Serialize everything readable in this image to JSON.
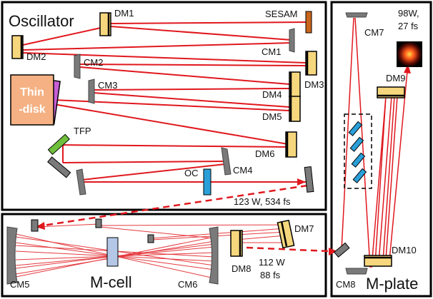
{
  "panels": {
    "oscillator": "Oscillator",
    "mcell": "M-cell",
    "mplate": "M-plate"
  },
  "components": {
    "dm1": "DM1",
    "dm2": "DM2",
    "dm3": "DM3",
    "dm4": "DM4",
    "dm5": "DM5",
    "dm6": "DM6",
    "dm7": "DM7",
    "dm8": "DM8",
    "dm9": "DM9",
    "dm10": "DM10",
    "cm1": "CM1",
    "cm2": "CM2",
    "cm3": "CM3",
    "cm4": "CM4",
    "cm5": "CM5",
    "cm6": "CM6",
    "cm7": "CM7",
    "cm8": "CM8",
    "sesam": "SESAM",
    "tfp": "TFP",
    "oc": "OC",
    "thin_disk_line1": "Thin",
    "thin_disk_line2": "-disk"
  },
  "outputs": {
    "oscillator": "123 W, 534 fs",
    "mcell_power": "112 W",
    "mcell_duration": "88 fs",
    "mplate_power": "98W,",
    "mplate_duration": "27 fs"
  },
  "colors": {
    "beam": "#e0181e",
    "dielectric_mirror": "#f7d77d",
    "curved_mirror": "#7a7a7a",
    "sesam": "#c8651b",
    "thin_disk": "#f5b183",
    "thin_disk_pump": "#c85ed6",
    "tfp": "#6fbf3c",
    "oc": "#2a9fd8",
    "plate": "#2a9fd8",
    "mcell_plate": "#b4c7e7"
  }
}
